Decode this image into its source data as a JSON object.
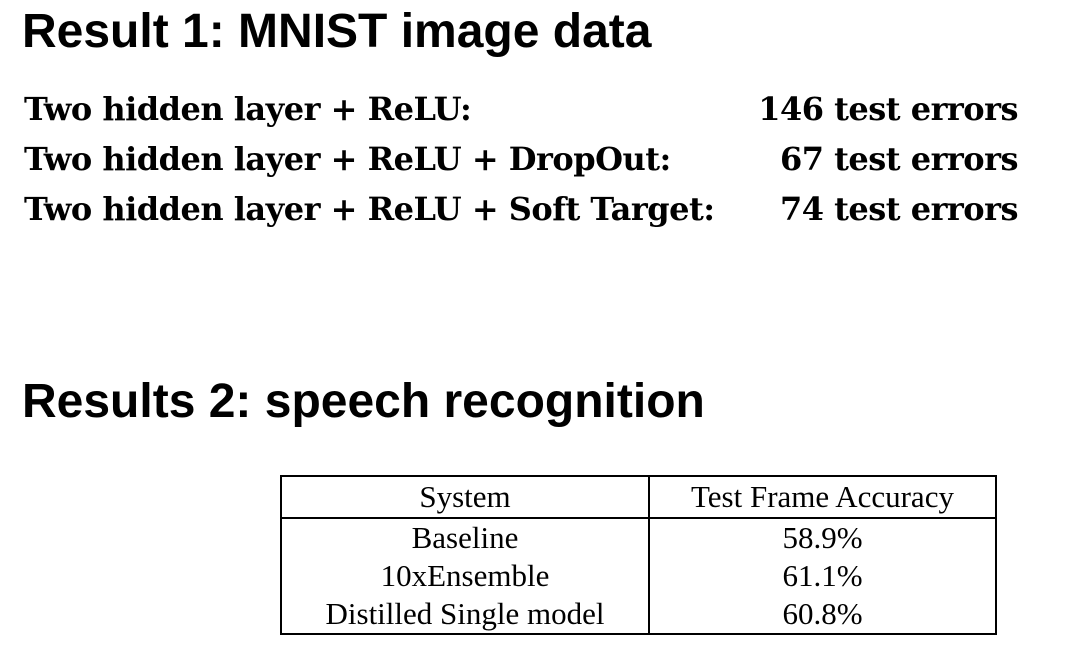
{
  "result1": {
    "title": "Result 1: MNIST image data",
    "rows": [
      {
        "config": "Two hidden layer + ReLU:",
        "result": "146 test errors"
      },
      {
        "config": "Two hidden layer + ReLU + DropOut:",
        "result": "67 test errors"
      },
      {
        "config": "Two hidden layer + ReLU + Soft Target:",
        "result": "74 test errors"
      }
    ]
  },
  "result2": {
    "title": "Results 2: speech recognition",
    "table": {
      "headers": [
        "System",
        "Test Frame Accuracy"
      ],
      "rows": [
        [
          "Baseline",
          "58.9%"
        ],
        [
          "10xEnsemble",
          "61.1%"
        ],
        [
          "Distilled Single model",
          "60.8%"
        ]
      ]
    }
  }
}
